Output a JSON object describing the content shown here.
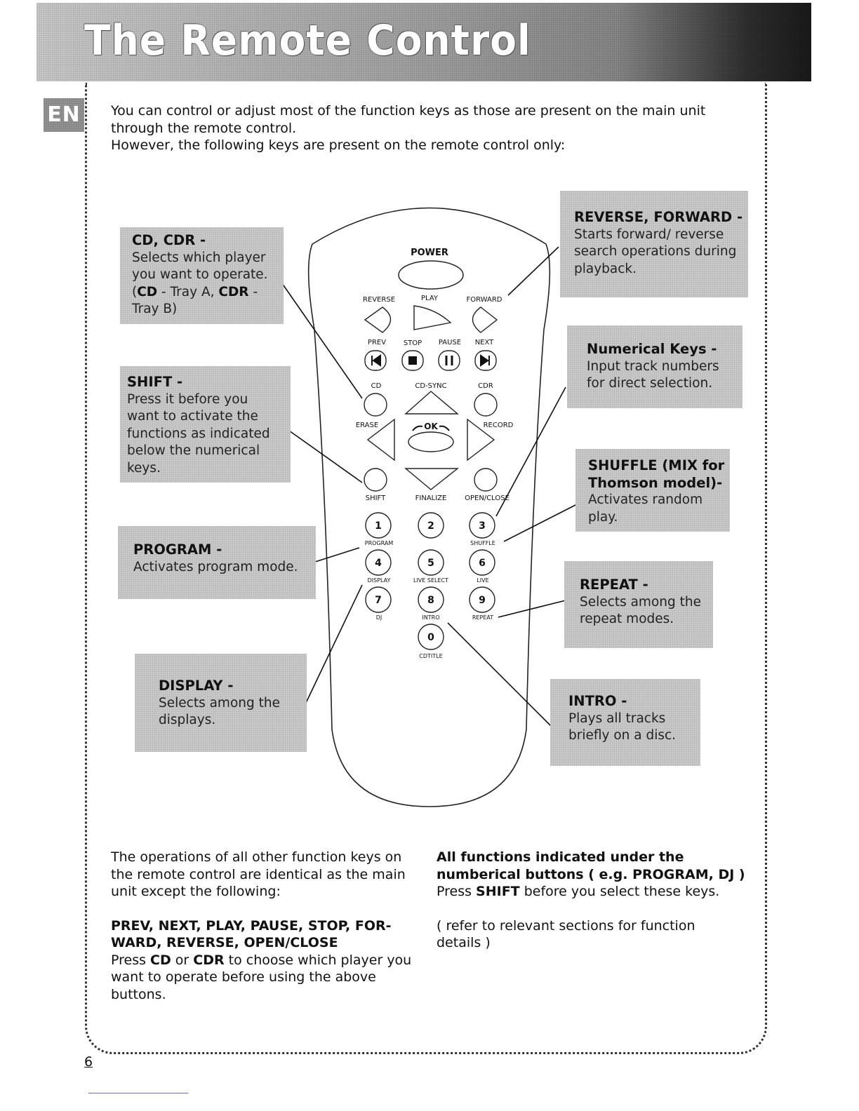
{
  "header": {
    "title": "The Remote Control"
  },
  "language_badge": "EN",
  "intro": {
    "line1": "You can control or adjust most of the function keys as those are present on the main unit",
    "line2": "through the remote control.",
    "line3": "However, the following keys are present on the remote control only:"
  },
  "remote": {
    "power": "POWER",
    "reverse": "REVERSE",
    "play": "PLAY",
    "forward": "FORWARD",
    "prev": "PREV",
    "stop": "STOP",
    "pause": "PAUSE",
    "next": "NEXT",
    "cd": "CD",
    "cd_sync": "CD-SYNC",
    "cdr": "CDR",
    "erase": "ERASE",
    "ok": "OK",
    "record": "RECORD",
    "shift": "SHIFT",
    "finalize": "FINALIZE",
    "open_close": "OPEN/CLOSE",
    "num1": "1",
    "num2": "2",
    "num3": "3",
    "program": "PROGRAM",
    "shuffle": "SHUFFLE",
    "num4": "4",
    "num5": "5",
    "num6": "6",
    "display": "DISPLAY",
    "live_select": "LIVE SELECT",
    "live": "LIVE",
    "num7": "7",
    "num8": "8",
    "num9": "9",
    "dj": "DJ",
    "intro": "INTRO",
    "repeat": "REPEAT",
    "num0": "0",
    "cd_title": "CDTITLE"
  },
  "callouts": {
    "cd_cdr": {
      "title": "CD, CDR -",
      "line1": "Selects which player",
      "line2": "you want to operate.",
      "cd_key": "CD",
      "tray_a": " - Tray A, ",
      "cdr_key": "CDR",
      "dash": " -",
      "line4": "Tray B)"
    },
    "shift": {
      "title": "SHIFT -",
      "line1": "Press it before you",
      "line2": "want to activate the",
      "line3": "functions as indicated",
      "line4": "below the numerical",
      "line5": "keys."
    },
    "program": {
      "title": "PROGRAM -",
      "line1": "Activates program mode."
    },
    "display": {
      "title": "DISPLAY -",
      "line1": "Selects among the",
      "line2": "displays."
    },
    "reverse_forward": {
      "title": "REVERSE, FORWARD -",
      "line1": "Starts forward/ reverse",
      "line2": "search operations during",
      "line3": "playback."
    },
    "numerical": {
      "title": "Numerical Keys -",
      "line1": "Input track numbers",
      "line2": "for direct selection."
    },
    "shuffle": {
      "title1": "SHUFFLE (MIX for",
      "title2": "Thomson model)-",
      "line1": "Activates random",
      "line2": "play."
    },
    "repeat": {
      "title": "REPEAT -",
      "line1": "Selects among the",
      "line2": "repeat modes."
    },
    "intro": {
      "title": "INTRO -",
      "line1": "Plays all tracks",
      "line2": "briefly on a disc."
    }
  },
  "bottom_left": {
    "p1_line1": "The operations of all other function keys on",
    "p1_line2": "the remote control are identical as the main",
    "p1_line3": "unit except the following:",
    "h_line1": "PREV, NEXT, PLAY, PAUSE, STOP, FOR-",
    "h_line2": "WARD, REVERSE, OPEN/CLOSE",
    "press": "Press ",
    "cd": "CD",
    "or": " or ",
    "cdr": "CDR",
    "p2_rest1": " to choose which player you",
    "p2_line2": "want to operate before using the above",
    "p2_line3": "buttons."
  },
  "bottom_right": {
    "h_line1": "All functions indicated under the",
    "h_line2": "numberical buttons ( e.g. PROGRAM, DJ )",
    "press": "Press ",
    "shift": "SHIFT",
    "p1_rest": " before you select these keys.",
    "p2_line1": "( refer to relevant sections for function",
    "p2_line2": "details )"
  },
  "page_number": "6"
}
